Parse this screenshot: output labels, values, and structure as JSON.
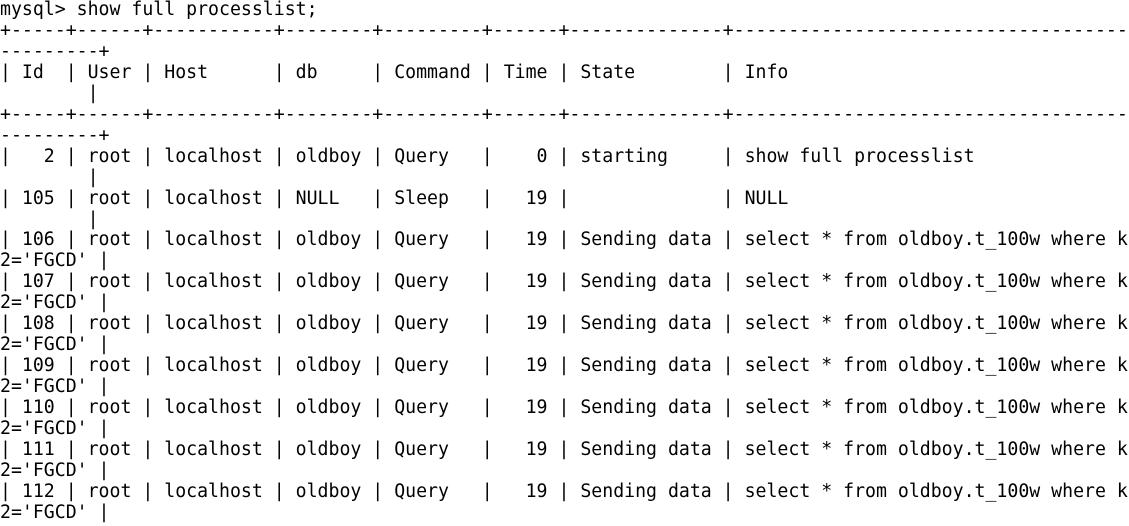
{
  "terminal": {
    "lines": [
      "mysql> show full processlist;",
      "+-----+------+-----------+--------+---------+------+--------------+----------------------------------------",
      "---------+",
      "| Id  | User | Host      | db     | Command | Time | State        | Info",
      "        |",
      "+-----+------+-----------+--------+---------+------+--------------+----------------------------------------",
      "---------+",
      "|   2 | root | localhost | oldboy | Query   |    0 | starting     | show full processlist",
      "        |",
      "| 105 | root | localhost | NULL   | Sleep   |   19 |              | NULL",
      "        |",
      "| 106 | root | localhost | oldboy | Query   |   19 | Sending data | select * from oldboy.t_100w where k",
      "2='FGCD' |",
      "| 107 | root | localhost | oldboy | Query   |   19 | Sending data | select * from oldboy.t_100w where k",
      "2='FGCD' |",
      "| 108 | root | localhost | oldboy | Query   |   19 | Sending data | select * from oldboy.t_100w where k",
      "2='FGCD' |",
      "| 109 | root | localhost | oldboy | Query   |   19 | Sending data | select * from oldboy.t_100w where k",
      "2='FGCD' |",
      "| 110 | root | localhost | oldboy | Query   |   19 | Sending data | select * from oldboy.t_100w where k",
      "2='FGCD' |",
      "| 111 | root | localhost | oldboy | Query   |   19 | Sending data | select * from oldboy.t_100w where k",
      "2='FGCD' |",
      "| 112 | root | localhost | oldboy | Query   |   19 | Sending data | select * from oldboy.t_100w where k",
      "2='FGCD' |"
    ]
  }
}
